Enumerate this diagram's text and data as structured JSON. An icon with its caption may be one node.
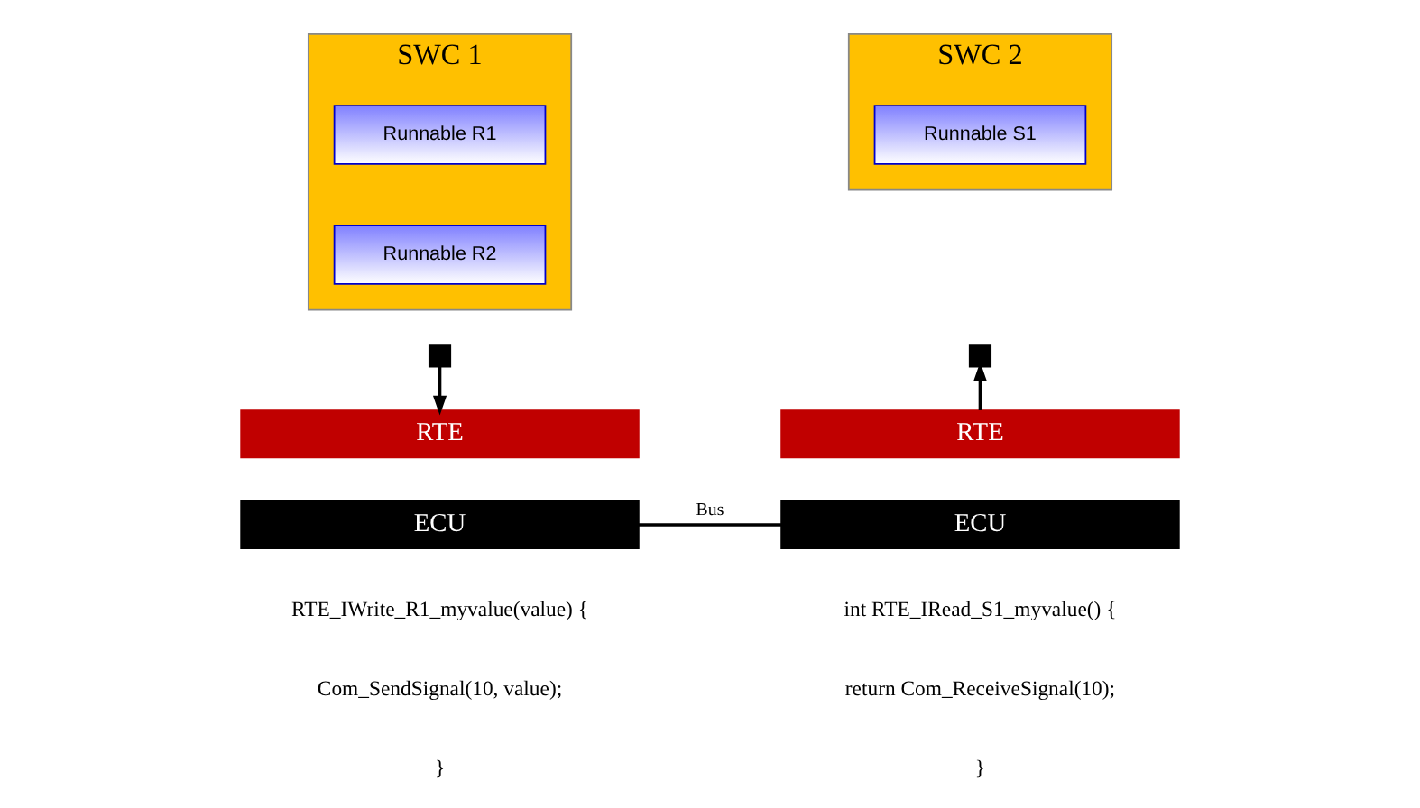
{
  "diagram": {
    "nodes": [
      {
        "text": [
          "SWC 1"
        ]
      },
      {
        "text": [
          "Runnable R1"
        ],
        "in": 0
      },
      {
        "text": [
          "Runnable R2"
        ],
        "in": 0
      },
      {
        "text": [
          "SWC 2"
        ]
      },
      {
        "text": [
          "Runnable S1"
        ],
        "in": 3
      },
      {
        "text": [],
        "shape": "box"
      },
      {
        "text": [
          "RTE"
        ]
      },
      {
        "text": [
          "ECU"
        ]
      },
      {
        "text": [],
        "shape": "box"
      },
      {
        "text": [
          "RTE"
        ]
      },
      {
        "text": [
          "ECU"
        ]
      }
    ],
    "edges": [
      {
        "from": 5,
        "to": 6,
        "arrow": "to"
      },
      {
        "from": 9,
        "to": 8,
        "arrow": "to"
      },
      {
        "from": 7,
        "to": 10,
        "arrow": "none",
        "label": "Bus"
      }
    ],
    "labels": [
      "RTE_IWrite_R1_myvalue(value) {",
      "Com_SendSignal(10, value);",
      "}",
      "int RTE_IRead_S1_myvalue() {",
      "return Com_ReceiveSignal(10);",
      "}"
    ]
  }
}
